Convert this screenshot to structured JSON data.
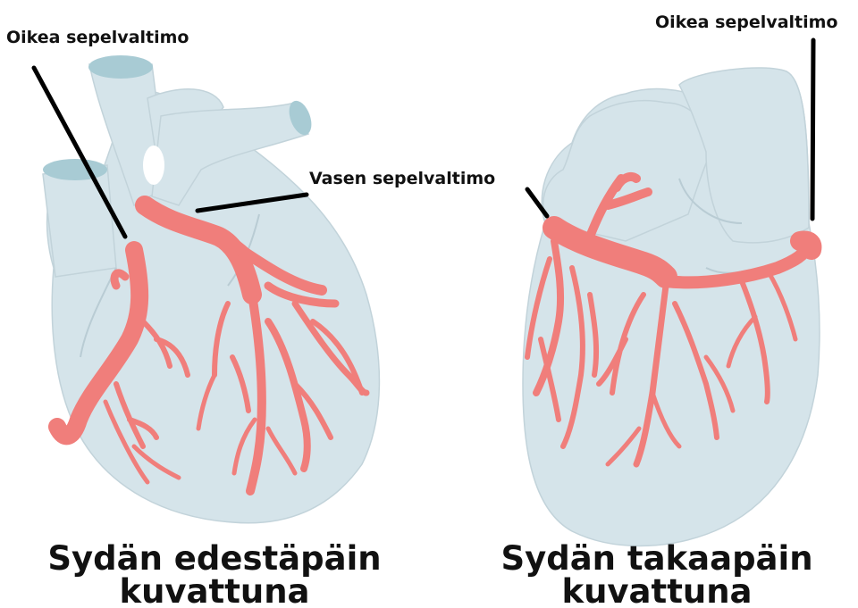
{
  "labels": {
    "front_right_coronary": "Oikea sepelvaltimo",
    "front_left_coronary": "Vasen sepelvaltimo",
    "back_right_coronary": "Oikea sepelvaltimo"
  },
  "captions": {
    "front_line1": "Sydän edestäpäin",
    "front_line2": "kuvattuna",
    "back_line1": "Sydän takaapäin",
    "back_line2": "kuvattuna"
  },
  "colors": {
    "heart": "#d5e4ea",
    "vessel_opening": "#a8cbd4",
    "artery": "#f07e7b",
    "leader": "#000000",
    "text": "#111111"
  }
}
